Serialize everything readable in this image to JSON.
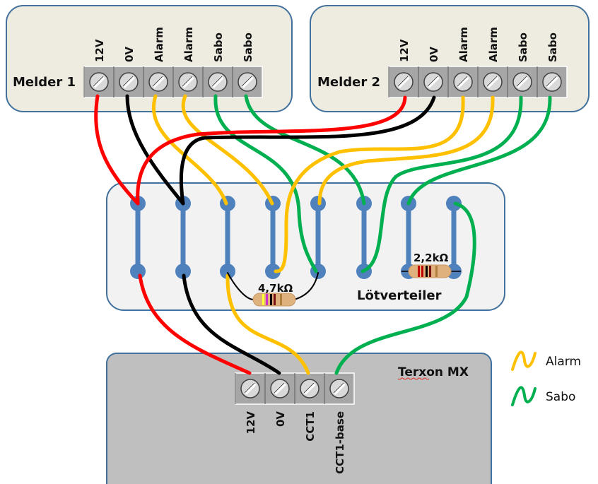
{
  "colors": {
    "power": "#ff0000",
    "ground": "#000000",
    "alarm": "#ffc000",
    "sabo": "#00b050",
    "bus": "#4f81bd",
    "melder_fill": "#eeece1",
    "board_fill": "#f2f2f2",
    "panel_fill": "#bfbfbf",
    "outline": "#41719c"
  },
  "melder1": {
    "title": "Melder 1",
    "terminals": [
      "12V",
      "0V",
      "Alarm",
      "Alarm",
      "Sabo",
      "Sabo"
    ]
  },
  "melder2": {
    "title": "Melder 2",
    "terminals": [
      "12V",
      "0V",
      "Alarm",
      "Alarm",
      "Sabo",
      "Sabo"
    ]
  },
  "board": {
    "title": "Lötverteiler",
    "resistors": [
      {
        "label": "4,7kΩ"
      },
      {
        "label": "2,2kΩ"
      }
    ]
  },
  "panel": {
    "title": "Terxon MX",
    "terminals": [
      "12V",
      "0V",
      "CCT1",
      "CCT1-base"
    ]
  },
  "legend": [
    {
      "label": "Alarm",
      "color_key": "alarm"
    },
    {
      "label": "Sabo",
      "color_key": "sabo"
    }
  ]
}
